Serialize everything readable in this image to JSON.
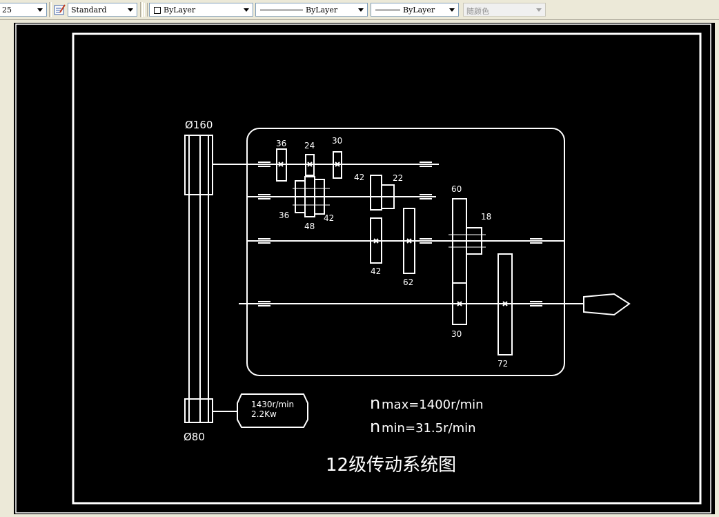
{
  "toolbar": {
    "scale_value": "25",
    "text_style": "Standard",
    "layer": "ByLayer",
    "linetype": "ByLayer",
    "lineweight": "ByLayer",
    "plot_style": "随颜色"
  },
  "drawing": {
    "pulley_large": "Ø160",
    "pulley_small": "Ø80",
    "motor_speed": "1430r/min",
    "motor_power": "2.2Kw",
    "n_max": "max=1400r/min",
    "n_min": "min=31.5r/min",
    "n_symbol": "n",
    "title": "12级传动系统图",
    "gears": {
      "g36a": "36",
      "g24": "24",
      "g30a": "30",
      "g42a": "42",
      "g22": "22",
      "g36b": "36",
      "g48": "48",
      "g42b": "42",
      "g60": "60",
      "g18": "18",
      "g42c": "42",
      "g62": "62",
      "g30b": "30",
      "g72": "72"
    }
  },
  "colors": {
    "canvas": "#000000",
    "lines": "#ffffff"
  }
}
